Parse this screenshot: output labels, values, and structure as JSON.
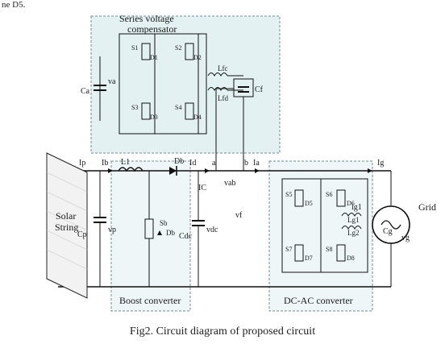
{
  "top_fragment": "ne D5.",
  "caption": "Fig2. Circuit diagram of proposed circuit",
  "blocks": {
    "series": "Series voltage",
    "series2": "compensator",
    "boost": "Boost converter",
    "dcac": "DC-AC converter",
    "solar1": "Solar",
    "solar2": "String",
    "grid": "Grid"
  },
  "labels": {
    "Ip": "Ip",
    "Ib": "Ib",
    "Id": "Id",
    "Ia": "Ia",
    "Ig": "Ig",
    "IC": "IC",
    "L1": "L1",
    "Db": "Db",
    "Cp": "Cp",
    "vp": "vp",
    "Cdc": "Cdc",
    "vdc": "vdc",
    "vf": "vf",
    "vab": "vab",
    "a": "a",
    "b": "b",
    "Ca": "Ca",
    "va": "va",
    "Cf": "Cf",
    "Lfc": "Lfc",
    "Lfd": "Lfd",
    "Cg": "Cg",
    "Lg1": "Lg1",
    "Lg2": "Lg2",
    "ig1": "ig1",
    "vg": "vg",
    "Sb": "Sb",
    "Dbs": "Db",
    "S1": "S1",
    "S2": "S2",
    "S3": "S3",
    "S4": "S4",
    "D1": "D1",
    "D2": "D2",
    "D3": "D3",
    "D4": "D4",
    "S5": "S5",
    "S6": "S6",
    "S7": "S7",
    "S8": "S8",
    "D5": "D5",
    "D6": "D6",
    "D7": "D7",
    "D8": "D8"
  }
}
